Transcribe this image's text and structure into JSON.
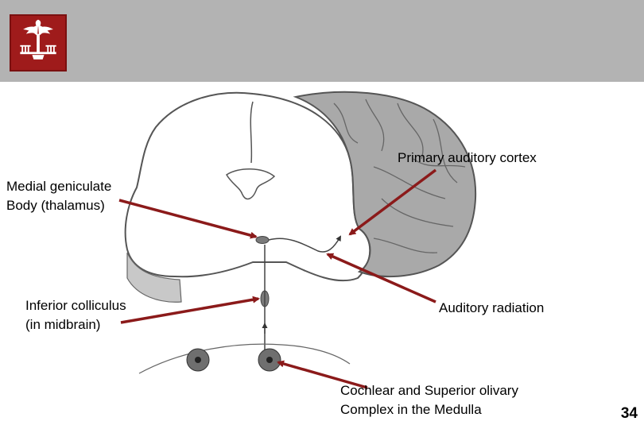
{
  "slide": {
    "page_number": "34",
    "colors": {
      "header": "#b3b3b3",
      "logo": "#9f1b1b",
      "arrow": "#8b1a1a",
      "brain_fill": "#a9a9a9"
    }
  },
  "logo": {
    "icon": "palmetto-tree-seal-icon"
  },
  "labels": {
    "primary_auditory_cortex": "Primary auditory cortex",
    "medial_geniculate_line1": "Medial geniculate",
    "medial_geniculate_line2": "Body (thalamus)",
    "inferior_colliculus_line1": "Inferior colliculus",
    "inferior_colliculus_line2": "(in midbrain)",
    "auditory_radiation": "Auditory radiation",
    "cochlear_line1": "Cochlear and Superior olivary",
    "cochlear_line2": "Complex in the Medulla"
  }
}
